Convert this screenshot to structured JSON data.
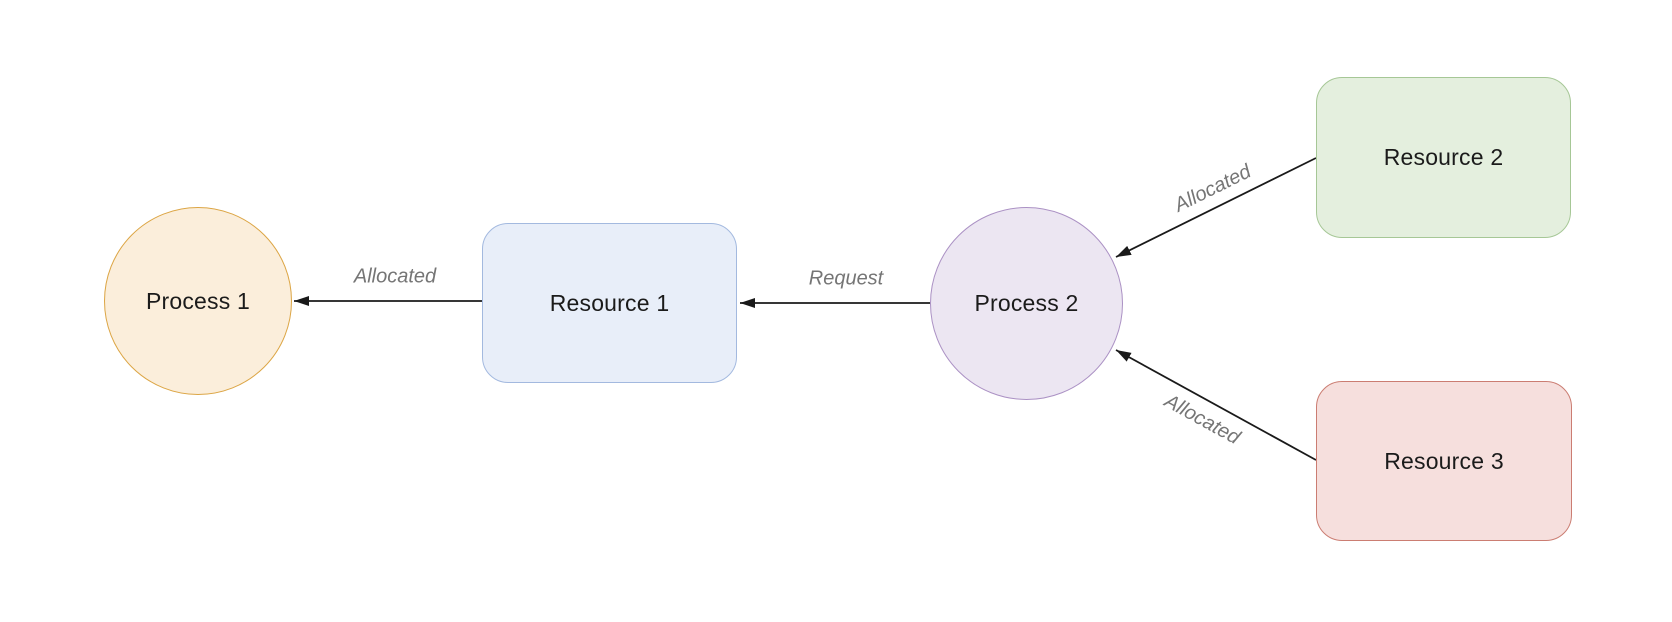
{
  "diagram": {
    "type": "resource-allocation-graph",
    "background_color": "#ffffff",
    "edge_line_color": "#1a1a1a",
    "edge_label_color": "#757575",
    "node_label_color": "#1b1b1b",
    "nodes": [
      {
        "id": "process-1",
        "label": "Process 1",
        "shape": "circle",
        "fill": "#fbeedb",
        "border": "#dca544"
      },
      {
        "id": "resource-1",
        "label": "Resource 1",
        "shape": "rounded-rect",
        "fill": "#e8eef9",
        "border": "#a3b9df"
      },
      {
        "id": "process-2",
        "label": "Process 2",
        "shape": "circle",
        "fill": "#ece6f2",
        "border": "#ab91c4"
      },
      {
        "id": "resource-2",
        "label": "Resource 2",
        "shape": "rounded-rect",
        "fill": "#e4efde",
        "border": "#a6c796"
      },
      {
        "id": "resource-3",
        "label": "Resource 3",
        "shape": "rounded-rect",
        "fill": "#f6dfdd",
        "border": "#cb7d72"
      }
    ],
    "edges": [
      {
        "from": "resource-1",
        "to": "process-1",
        "label": "Allocated",
        "direction": "left",
        "arrowhead": "filled-triangle"
      },
      {
        "from": "process-2",
        "to": "resource-1",
        "label": "Request",
        "direction": "left",
        "arrowhead": "filled-triangle"
      },
      {
        "from": "resource-2",
        "to": "process-2",
        "label": "Allocated",
        "direction": "down-left",
        "arrowhead": "filled-triangle"
      },
      {
        "from": "resource-3",
        "to": "process-2",
        "label": "Allocated",
        "direction": "up-left",
        "arrowhead": "filled-triangle"
      }
    ]
  }
}
